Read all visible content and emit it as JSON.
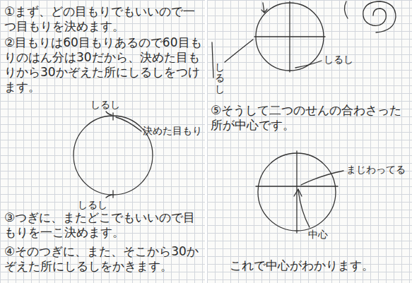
{
  "diagram": {
    "labels": [
      "①まず、どの目もりでもいいので一つ目もりを決めます。",
      "②目もりは60目もりあるので60目もりのはん分は30だから、決めた目もりから30かぞえた所にしるしをつけます。",
      "しるし",
      "決めた目もり",
      "しるし",
      "③つぎに、またどこでもいいので目もりを一こ決めます。",
      "④そのつぎに、また、そこから30かぞえた所にしるしをかきます。",
      "しるし",
      "しるし",
      "⑤そうして二つのせんの合わさった所が中心です。",
      "まじわってる",
      "中心",
      "これで中心がわかります。"
    ]
  }
}
